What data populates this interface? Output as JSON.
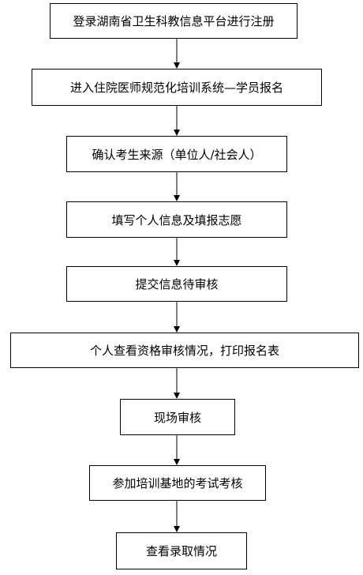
{
  "flowchart": {
    "steps": [
      {
        "label": "登录湖南省卫生科教信息平台进行注册"
      },
      {
        "label": "进入住院医师规范化培训系统—学员报名"
      },
      {
        "label": "确认考生来源（单位人/社会人）"
      },
      {
        "label": "填写个人信息及填报志愿"
      },
      {
        "label": "提交信息待审核"
      },
      {
        "label": "个人查看资格审核情况，打印报名表"
      },
      {
        "label": "现场审核"
      },
      {
        "label": "参加培训基地的考试考核"
      },
      {
        "label": "查看录取情况"
      }
    ]
  }
}
